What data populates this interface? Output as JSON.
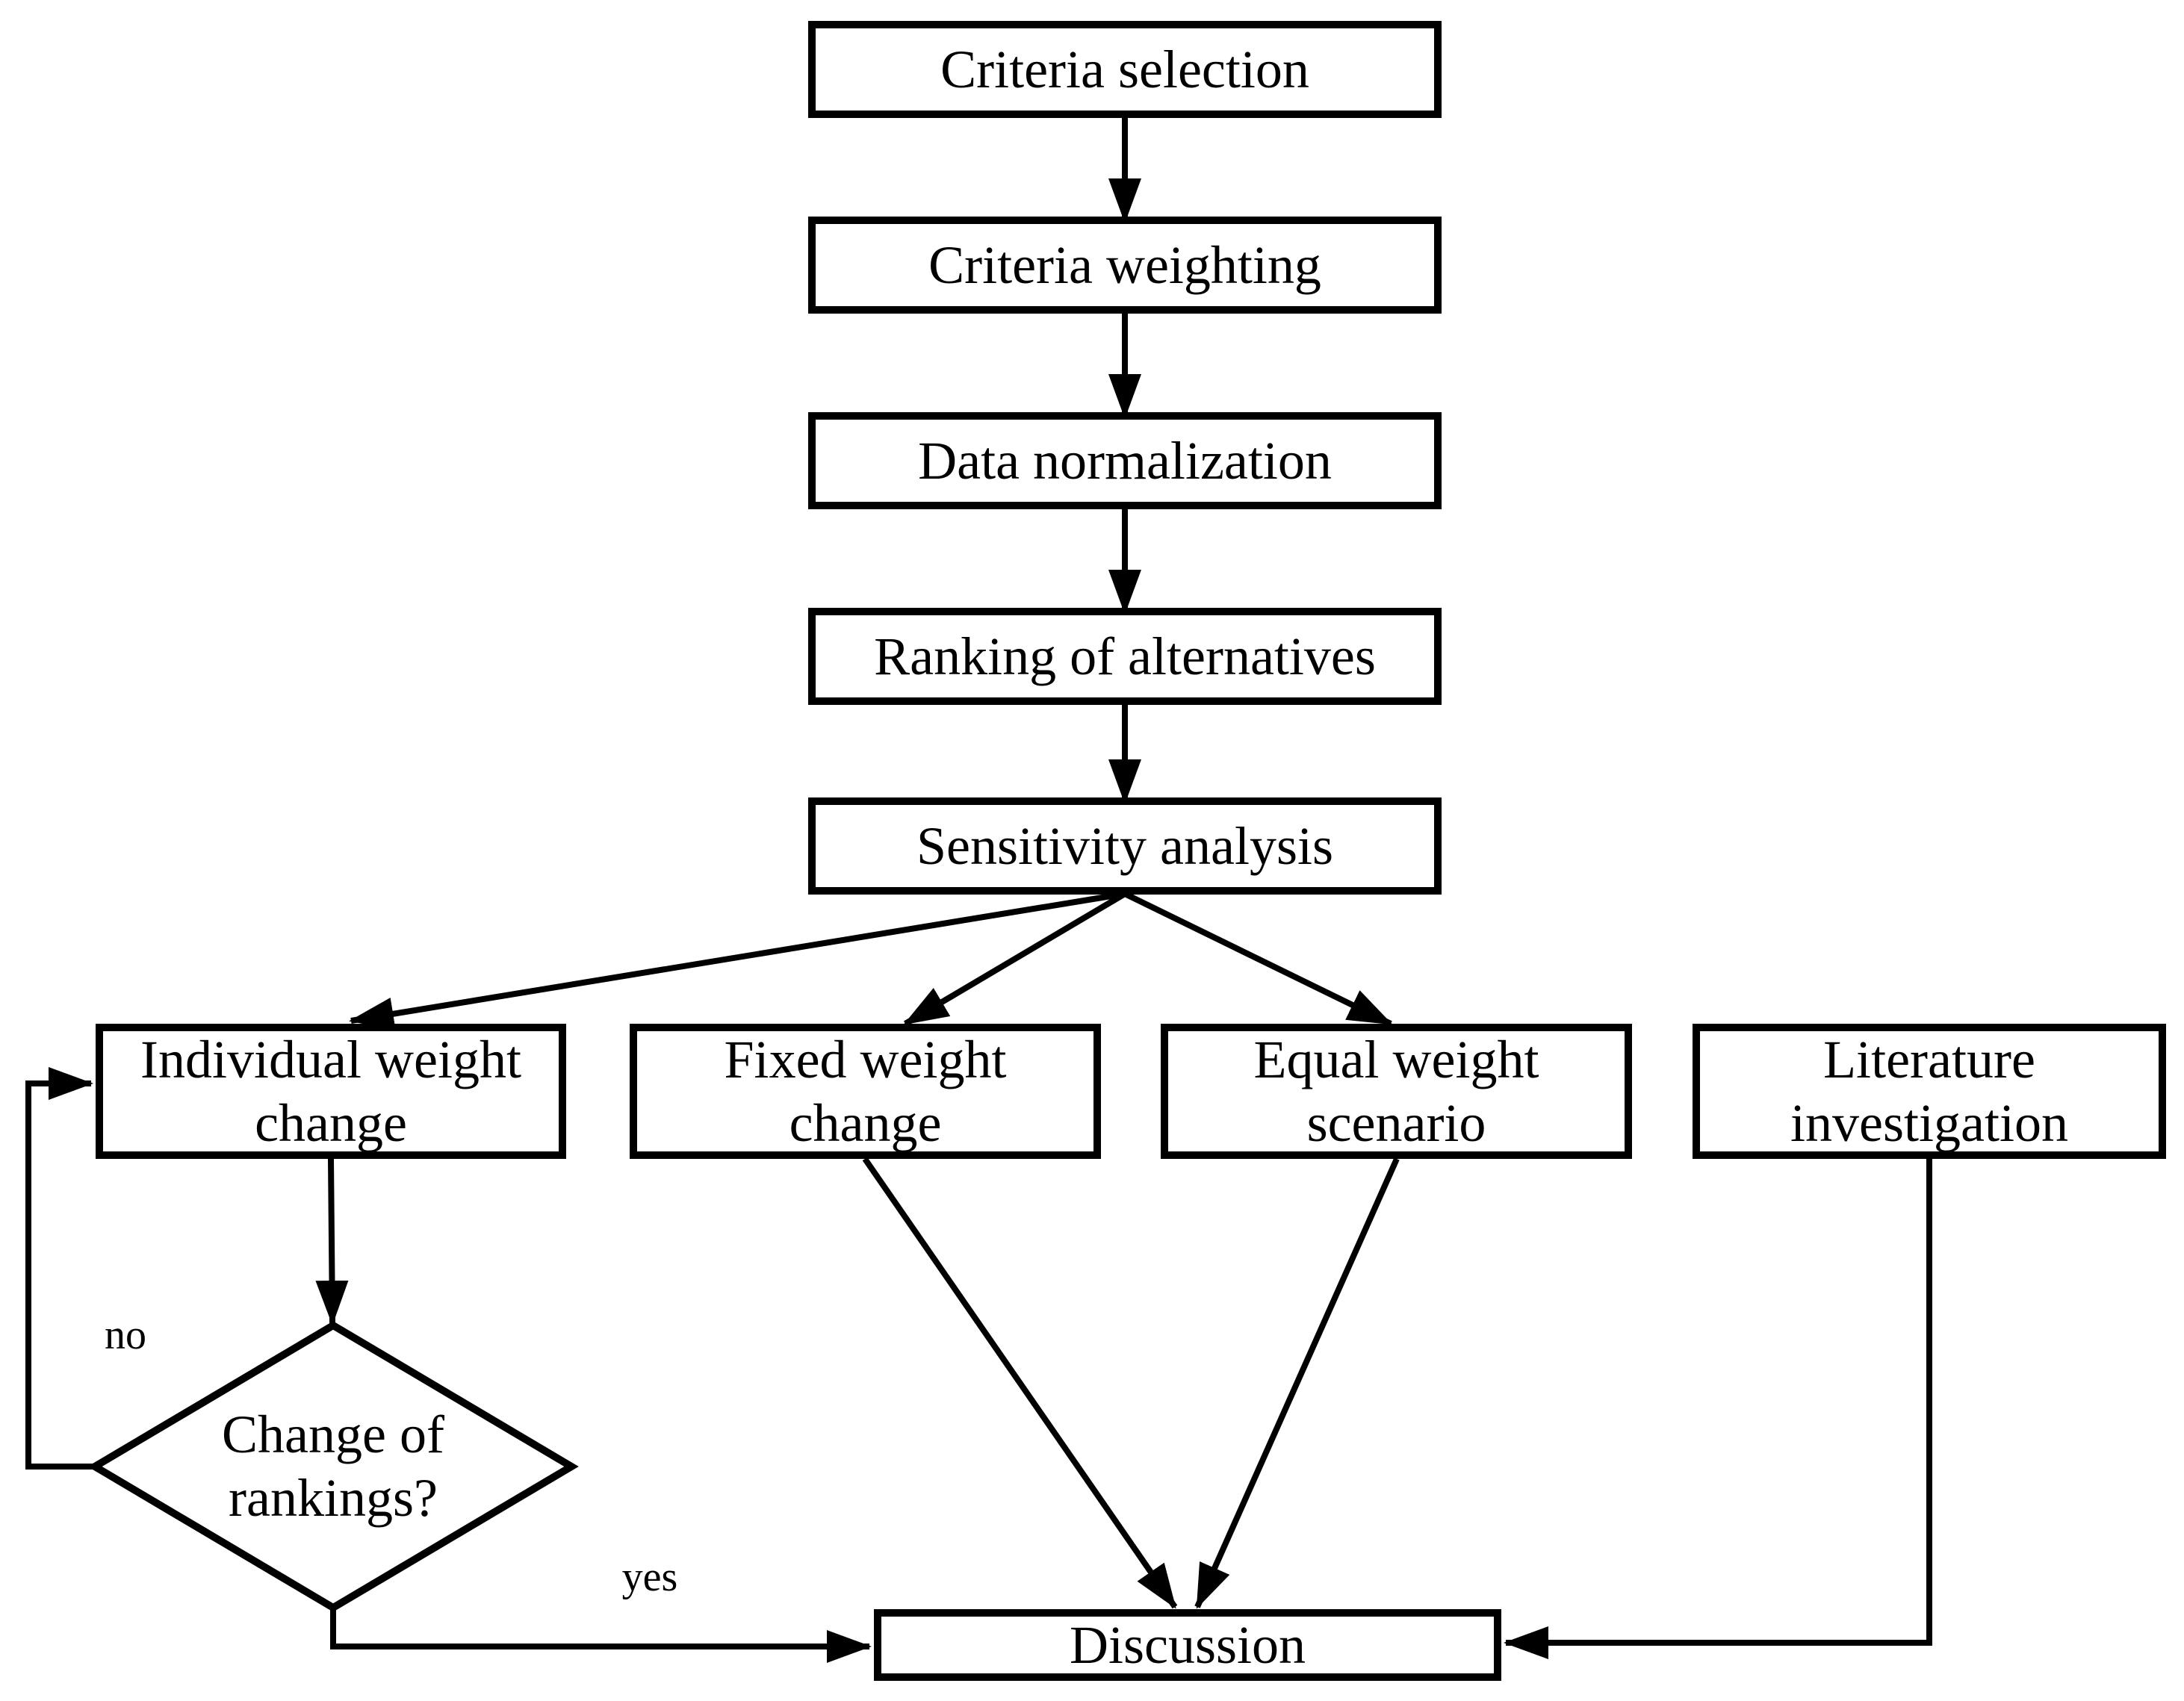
{
  "diagram": {
    "nodes": {
      "criteria_selection": {
        "label": "Criteria selection"
      },
      "criteria_weighting": {
        "label": "Criteria weighting"
      },
      "data_normalization": {
        "label": "Data normalization"
      },
      "ranking_of_alternatives": {
        "label": "Ranking of alternatives"
      },
      "sensitivity_analysis": {
        "label": "Sensitivity analysis"
      },
      "individual_weight_change": {
        "label": "Individual weight\nchange"
      },
      "fixed_weight_change": {
        "label": "Fixed weight\nchange"
      },
      "equal_weight_scenario": {
        "label": "Equal weight\nscenario"
      },
      "literature_investigation": {
        "label": "Literature\ninvestigation"
      },
      "change_of_rankings": {
        "label": "Change of\nrankings?"
      },
      "discussion": {
        "label": "Discussion"
      }
    },
    "edge_labels": {
      "no": "no",
      "yes": "yes"
    },
    "edges": [
      {
        "from": "criteria_selection",
        "to": "criteria_weighting"
      },
      {
        "from": "criteria_weighting",
        "to": "data_normalization"
      },
      {
        "from": "data_normalization",
        "to": "ranking_of_alternatives"
      },
      {
        "from": "ranking_of_alternatives",
        "to": "sensitivity_analysis"
      },
      {
        "from": "sensitivity_analysis",
        "to": "individual_weight_change"
      },
      {
        "from": "sensitivity_analysis",
        "to": "fixed_weight_change"
      },
      {
        "from": "sensitivity_analysis",
        "to": "equal_weight_scenario"
      },
      {
        "from": "individual_weight_change",
        "to": "change_of_rankings"
      },
      {
        "from": "change_of_rankings",
        "to": "individual_weight_change",
        "label": "no"
      },
      {
        "from": "change_of_rankings",
        "to": "discussion",
        "label": "yes"
      },
      {
        "from": "fixed_weight_change",
        "to": "discussion"
      },
      {
        "from": "equal_weight_scenario",
        "to": "discussion"
      },
      {
        "from": "literature_investigation",
        "to": "discussion"
      }
    ],
    "colors": {
      "line": "#000000",
      "node_fill": "#ffffff",
      "background": "#ffffff",
      "text": "#000000"
    }
  }
}
